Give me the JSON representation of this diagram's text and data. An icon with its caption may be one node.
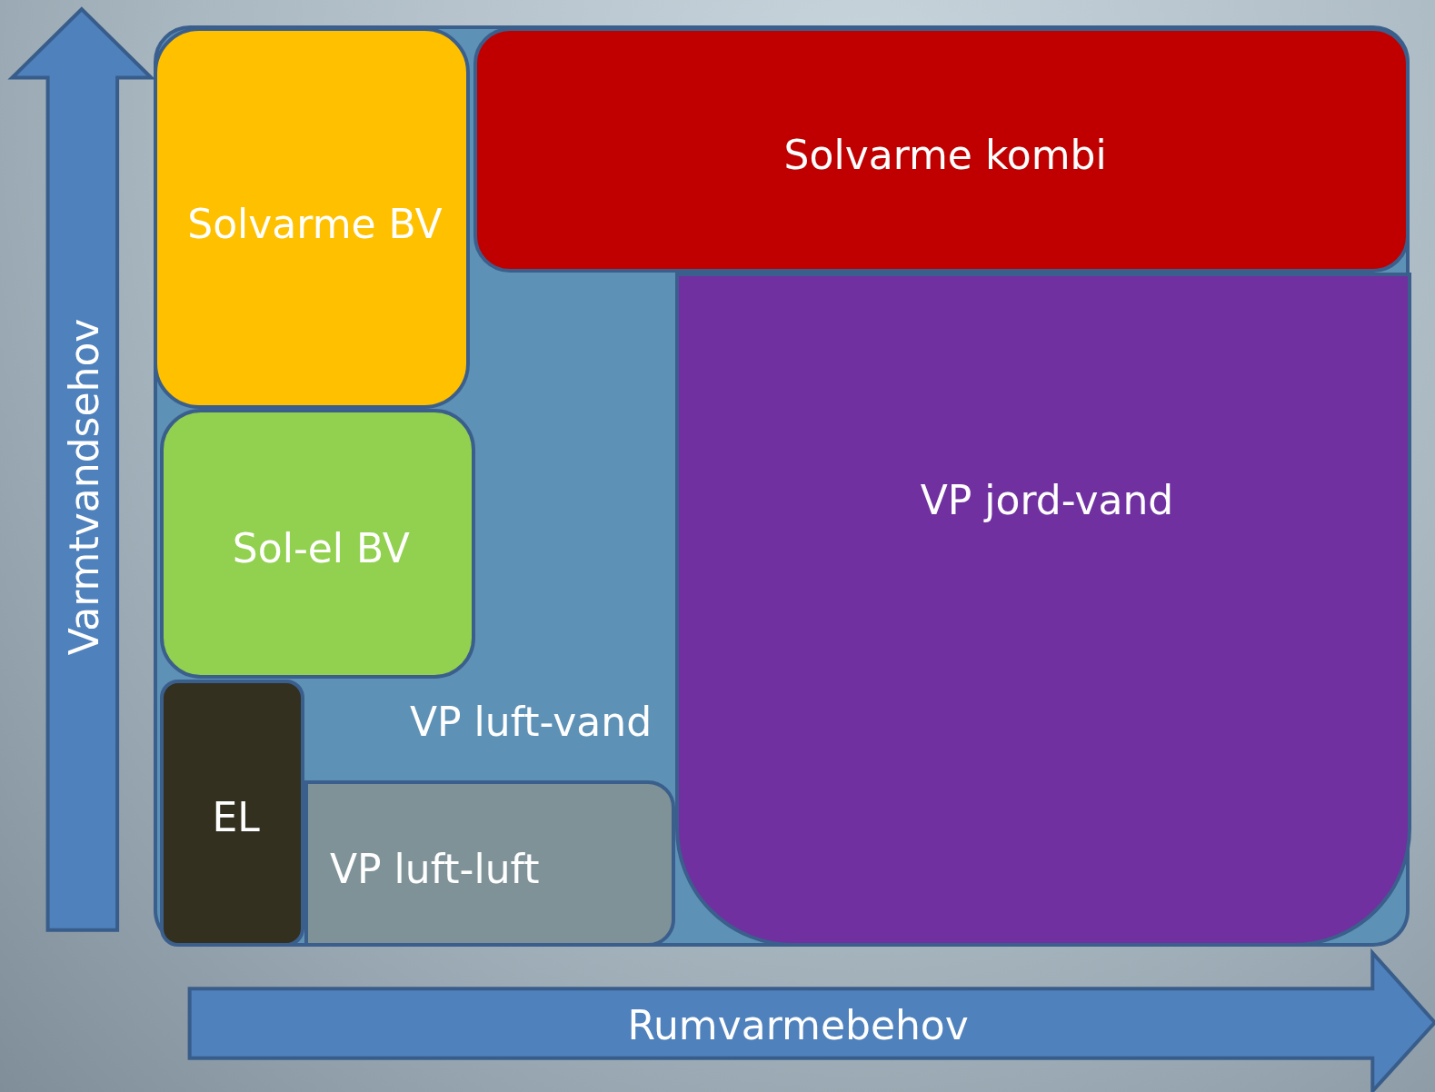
{
  "diagram": {
    "nodes": [
      {
        "text": [
          "VP luft-vand"
        ]
      },
      {
        "text": [
          "Solvarme BV"
        ],
        "in": 0
      },
      {
        "text": [
          "Solvarme kombi"
        ],
        "in": 0
      },
      {
        "text": [
          "VP jord-vand"
        ],
        "in": 0
      },
      {
        "text": [
          "Sol-el BV"
        ],
        "in": 0
      },
      {
        "text": [
          "EL"
        ],
        "in": 0
      },
      {
        "text": [
          "VP luft-luft"
        ],
        "in": 0
      }
    ],
    "edges": [],
    "labels": [
      "Varmtvandsehov",
      "Rumvarmebehov"
    ]
  }
}
